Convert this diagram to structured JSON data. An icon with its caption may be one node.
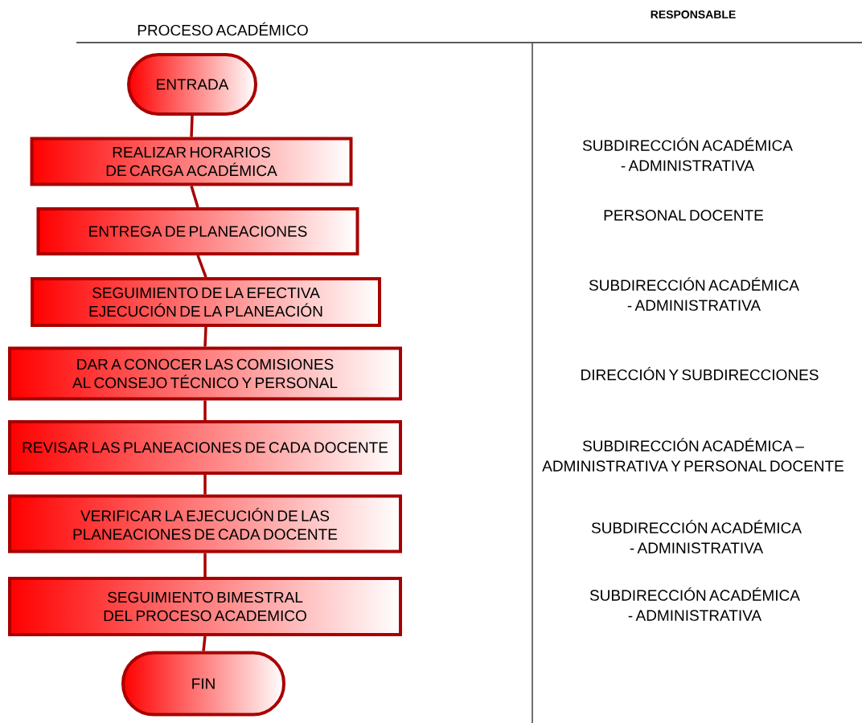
{
  "diagram": {
    "nodes": [
      {
        "text": [
          "ENTRADA"
        ]
      },
      {
        "text": [
          "REALIZAR HORARIOS DE CARGA ACADÉMICA"
        ]
      },
      {
        "text": [
          "ENTREGA DE PLANEACIONES"
        ]
      },
      {
        "text": [
          "SEGUIMIENTO DE LA EFECTIVA EJECUCIÓN DE LA PLANEACIÓN"
        ]
      },
      {
        "text": [
          "DAR A CONOCER LAS COMISIONES AL CONSEJO TÉCNICO Y PERSONAL"
        ]
      },
      {
        "text": [
          "REVISAR LAS PLANEACIONES DE CADA DOCENTE"
        ]
      },
      {
        "text": [
          "VERIFICAR LA EJECUCIÓN DE LAS PLANEACIONES DE CADA DOCENTE"
        ]
      },
      {
        "text": [
          "SEGUIMIENTO BIMESTRAL DEL PROCESO ACADEMICO"
        ]
      },
      {
        "text": [
          "FIN"
        ]
      }
    ],
    "edges": [
      {
        "from": 0,
        "to": 1,
        "arrow": "none"
      },
      {
        "from": 1,
        "to": 2,
        "arrow": "none"
      },
      {
        "from": 2,
        "to": 3,
        "arrow": "none"
      },
      {
        "from": 3,
        "to": 4,
        "arrow": "none"
      },
      {
        "from": 4,
        "to": 5,
        "arrow": "none"
      },
      {
        "from": 5,
        "to": 6,
        "arrow": "none"
      },
      {
        "from": 6,
        "to": 7,
        "arrow": "none"
      },
      {
        "from": 7,
        "to": 8,
        "arrow": "none"
      }
    ],
    "labels": [
      "PROCESO ACADÉMICO",
      "RESPONSABLE",
      "SUBDIRECCIÓN ACADÉMICA - ADMINISTRATIVA",
      "PERSONAL DOCENTE",
      "SUBDIRECCIÓN ACADÉMICA - ADMINISTRATIVA",
      "DIRECCIÓN Y SUBDIRECCIONES",
      "SUBDIRECCIÓN ACADÉMICA – ADMINISTRATIVA Y PERSONAL DOCENTE",
      "SUBDIRECCIÓN ACADÉMICA - ADMINISTRATIVA",
      "SUBDIRECCIÓN ACADÉMICA - ADMINISTRATIVA"
    ]
  }
}
